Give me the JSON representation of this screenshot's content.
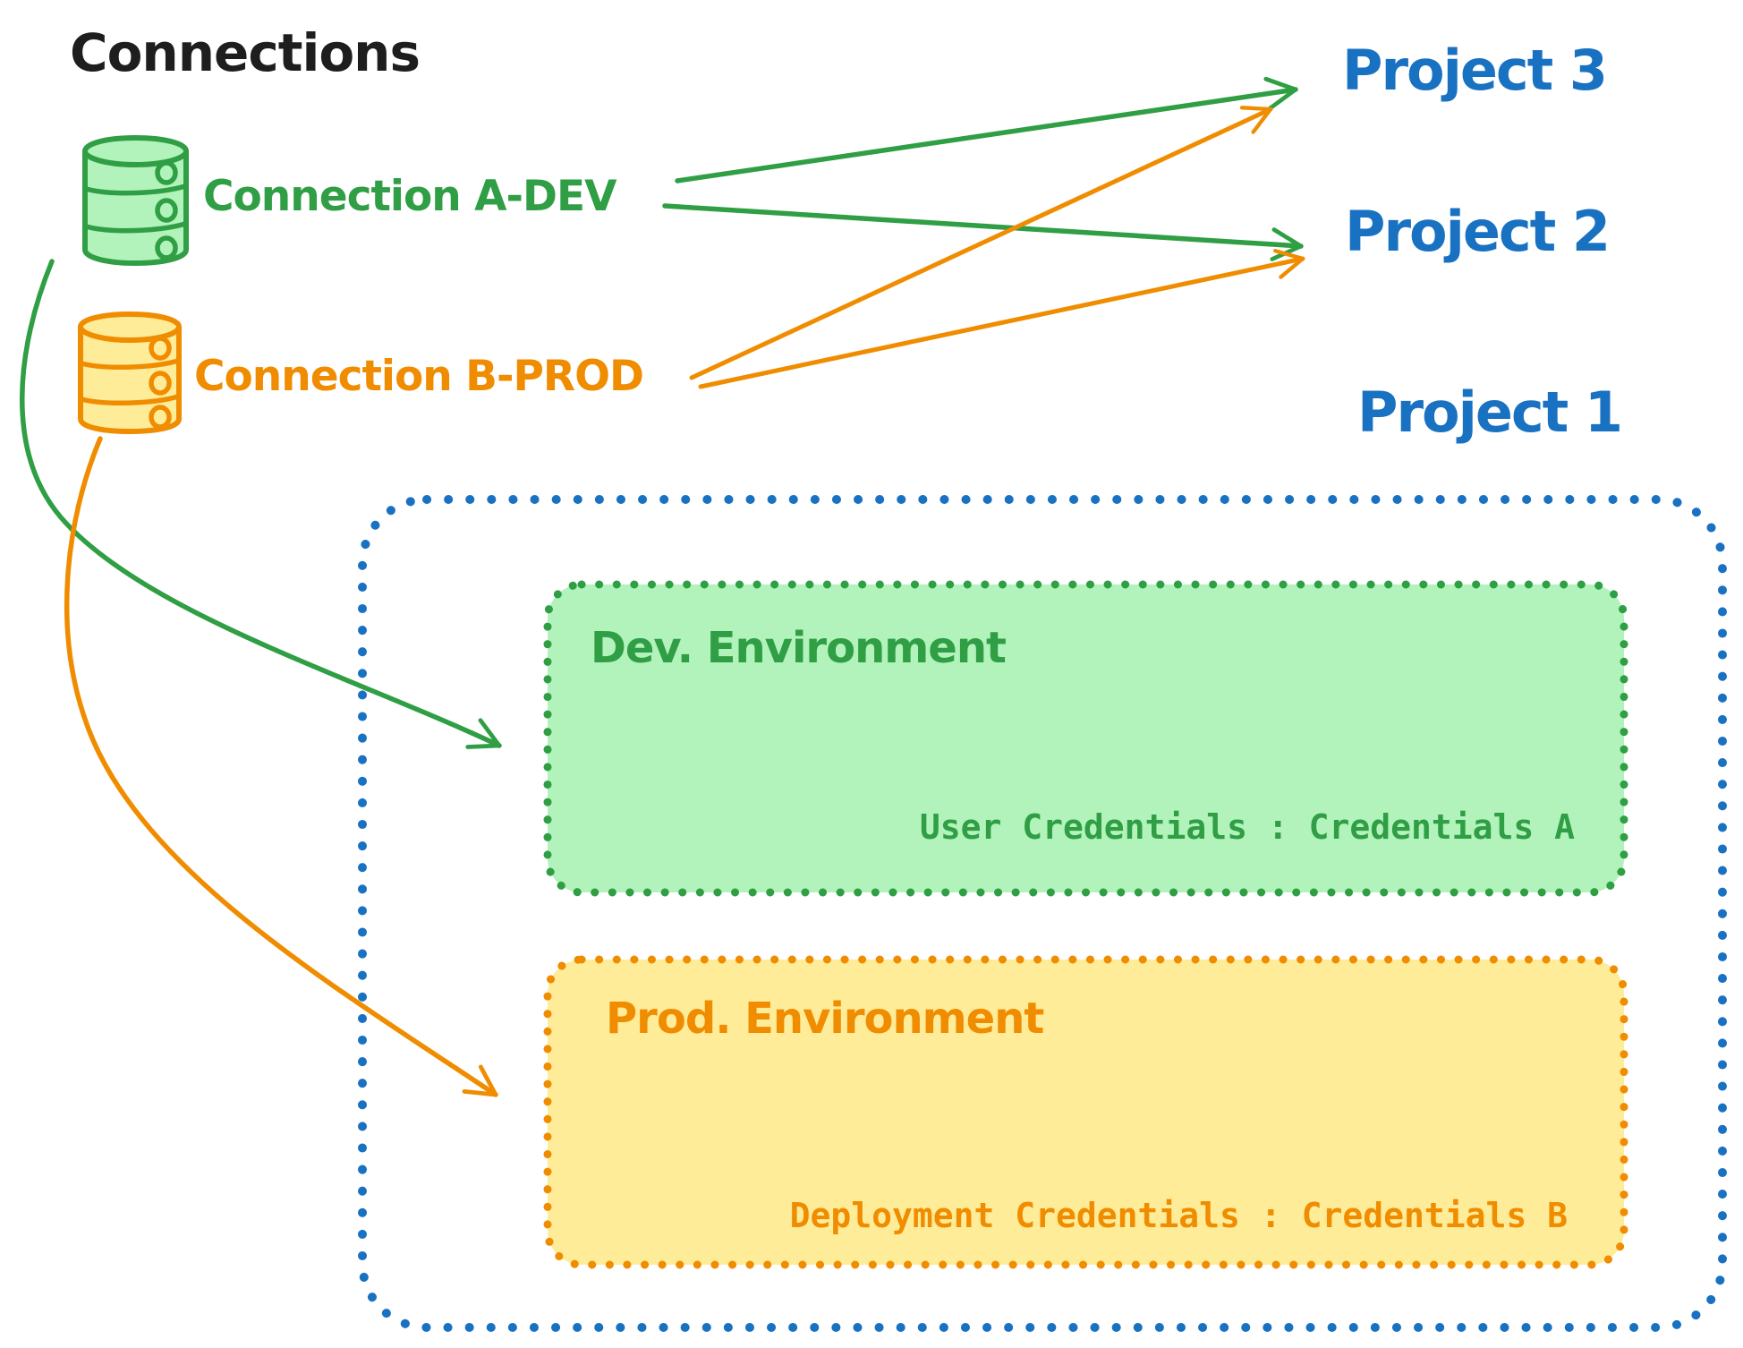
{
  "title": "Connections",
  "connection_a": {
    "label": "Connection A-DEV",
    "icon": "database-icon"
  },
  "connection_b": {
    "label": "Connection B-PROD",
    "icon": "database-icon"
  },
  "project3": {
    "label": "Project 3"
  },
  "project2": {
    "label": "Project 2"
  },
  "project1": {
    "label": "Project 1"
  },
  "dev_env": {
    "title": "Dev. Environment",
    "credentials": "User Credentials : Credentials A"
  },
  "prod_env": {
    "title": "Prod. Environment",
    "credentials": "Deployment Credentials : Credentials B"
  },
  "arrows": [
    {
      "from": "Connection A-DEV",
      "to": "Project 3",
      "color": "#2f9e44"
    },
    {
      "from": "Connection A-DEV",
      "to": "Project 2",
      "color": "#2f9e44"
    },
    {
      "from": "Connection B-PROD",
      "to": "Project 3",
      "color": "#f08c00"
    },
    {
      "from": "Connection B-PROD",
      "to": "Project 2",
      "color": "#f08c00"
    },
    {
      "from": "Connection A-DEV",
      "to": "Dev. Environment",
      "color": "#2f9e44"
    },
    {
      "from": "Connection B-PROD",
      "to": "Prod. Environment",
      "color": "#f08c00"
    }
  ],
  "colors": {
    "black": "#1e1e1e",
    "blue": "#1971c2",
    "green": "#2f9e44",
    "green_fill": "#b2f2bb",
    "orange": "#f08c00",
    "orange_fill": "#ffec99"
  }
}
